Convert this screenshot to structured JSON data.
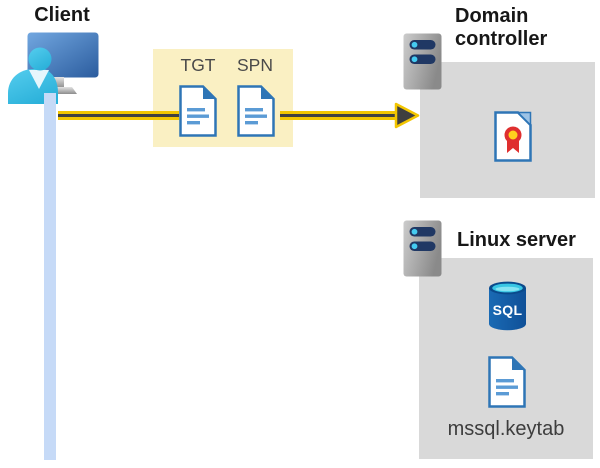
{
  "client": {
    "label": "Client",
    "icon": "client-workstation-icon"
  },
  "ticket_box": {
    "background": "#FAF0C3",
    "tgt_label": "TGT",
    "spn_label": "SPN",
    "tgt_icon": "document-icon",
    "spn_icon": "document-icon"
  },
  "arrow": {
    "direction": "client-to-domain-controller",
    "yellow": "#F2C500",
    "core": "#404040"
  },
  "timeline": {
    "color": "#C6DAF7"
  },
  "domain_controller": {
    "title": "Domain controller",
    "box_background": "#D9D9D9",
    "server_icon": "server-icon",
    "content_icon": "certificate-icon"
  },
  "linux_server": {
    "title": "Linux server",
    "box_background": "#D9D9D9",
    "server_icon": "server-icon",
    "sql_label": "SQL",
    "sql_icon": "sql-database-icon",
    "keytab_icon": "document-icon",
    "keytab_label": "mssql.keytab"
  },
  "palette": {
    "doc_border_blue": "#2E75B6",
    "doc_line_blue": "#5B9BD5",
    "person_cyan": "#3EC1E7",
    "monitor_blue": "#2C5D9E",
    "server_pill_navy": "#203864",
    "server_dot_cyan": "#45CBF1",
    "cert_ribbon_red": "#DF2F2F",
    "cert_seal_yellow": "#FFD21E",
    "sql_body_blue": "#1560AB",
    "sql_top_cyan": "#38C6E4"
  }
}
